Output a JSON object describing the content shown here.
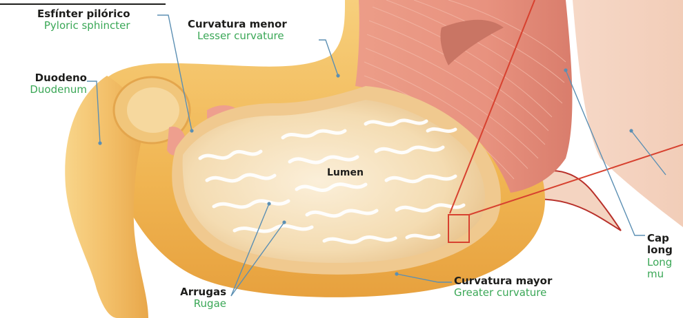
{
  "labels": {
    "pyloric_sphincter": {
      "es": "Esfínter pilórico",
      "en": "Pyloric sphincter"
    },
    "lesser_curvature": {
      "es": "Curvatura menor",
      "en": "Lesser curvature"
    },
    "duodenum": {
      "es": "Duodeno",
      "en": "Duodenum"
    },
    "lumen": {
      "es": "Lumen"
    },
    "rugae": {
      "es": "Arrugas",
      "en": "Rugae"
    },
    "greater_curvature": {
      "es": "Curvatura mayor",
      "en": "Greater curvature"
    },
    "longitudinal_muscle": {
      "es_line1": "Cap",
      "es_line2": "long",
      "en_line1": "Long",
      "en_line2": "mu"
    }
  },
  "colors": {
    "accent_green": "#3aa756",
    "label_dark": "#1d1d1b",
    "leader_blue": "#5b8fb3",
    "stomach_wall": "#f0b654",
    "muscle": "#e79a88",
    "zoom_red": "#d7412f"
  }
}
